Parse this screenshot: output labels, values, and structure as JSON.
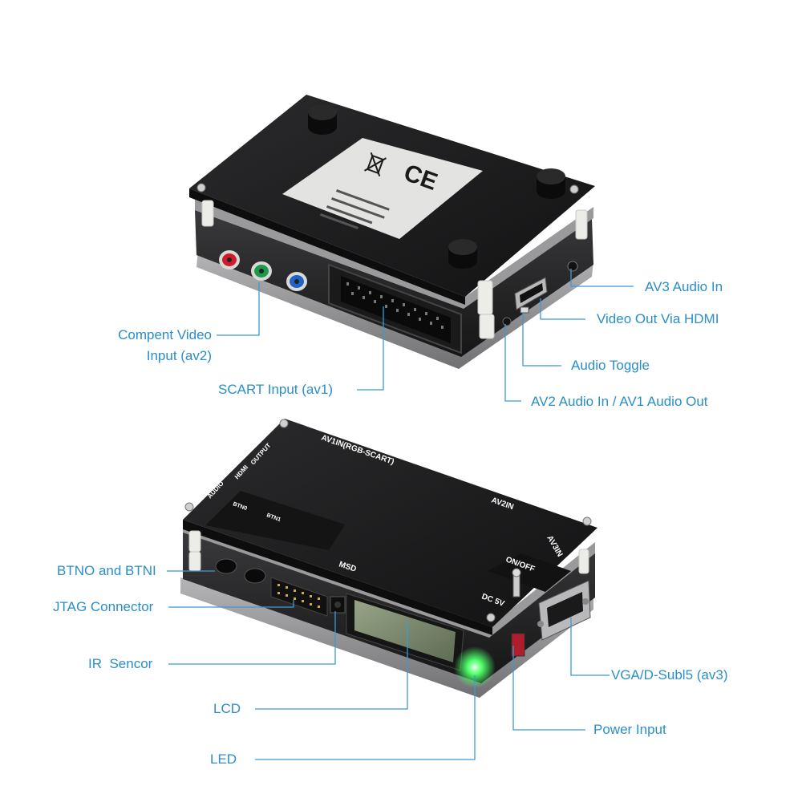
{
  "colors": {
    "label_text": "#2a8ec7",
    "leader_line": "#3a9bd3",
    "case_black": "#1c1c1d",
    "case_edge": "#2e2e30",
    "acrylic_gray": "#8b8b8e",
    "standoff_white": "#e9e9e6",
    "rca_red": "#d01c2a",
    "rca_green": "#1c9a4a",
    "rca_blue": "#1f63c8",
    "lcd_green": "#7b8a6c",
    "led_green": "#4dff6a"
  },
  "icons": {
    "ce_mark": "ce-mark-icon",
    "recycle_bin": "crossed-bin-icon"
  },
  "top_device": {
    "callouts": {
      "component_video_line1": "Compent Video",
      "component_video_line2": "Input (av2)",
      "scart": "SCART Input (av1)",
      "av3_audio": "AV3 Audio In",
      "hdmi": "Video Out Via HDMI",
      "audio_toggle": "Audio Toggle",
      "av2_audio": "AV2 Audio In / AV1 Audio Out"
    }
  },
  "bottom_device": {
    "silkscreen": {
      "av1": "AV1IN(RGB-SCART)",
      "av2": "AV2IN",
      "av3": "AV3IN",
      "on_off": "ON/OFF",
      "dc": "DC 5V",
      "msd": "MSD",
      "audio": "AUDIO",
      "hdmi": "HDMI",
      "output": "OUTPUT",
      "btn0": "BTN0",
      "btn1": "BTN1"
    },
    "callouts": {
      "buttons": "BTNO and BTNI",
      "jtag": "JTAG Connector",
      "ir": "IR  Sencor",
      "lcd": "LCD",
      "led": "LED",
      "vga": "VGA/D-Subl5 (av3)",
      "power": "Power Input"
    }
  }
}
